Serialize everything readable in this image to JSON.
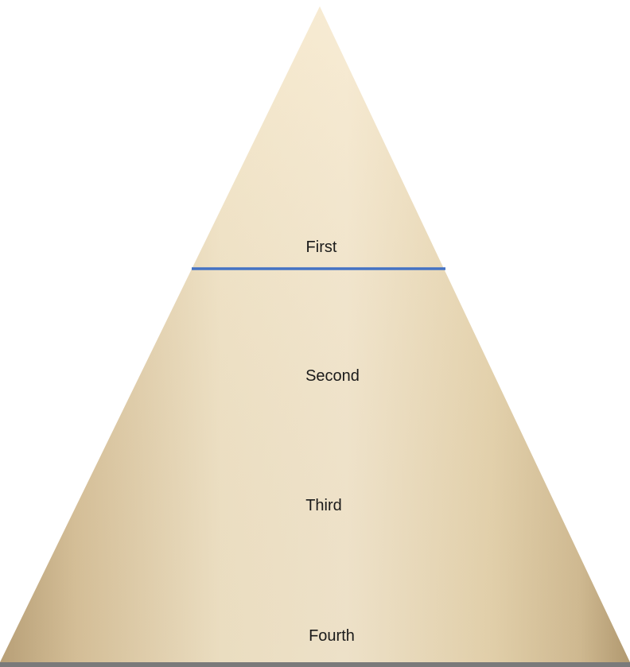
{
  "diagram": {
    "type": "cone-hierarchy",
    "tiers": [
      {
        "label": "First",
        "divider_color": "#4472c4"
      },
      {
        "label": "Second",
        "divider_color": "#b8892a"
      },
      {
        "label": "Third",
        "divider_color": "#b8892a"
      },
      {
        "label": "Fourth",
        "divider_color": null
      }
    ],
    "colors": {
      "cone_light": "#f6e8cc",
      "cone_mid": "#efdcb6",
      "cone_shadow": "#c9b28a",
      "base_edge": "#6b6b6b"
    }
  }
}
